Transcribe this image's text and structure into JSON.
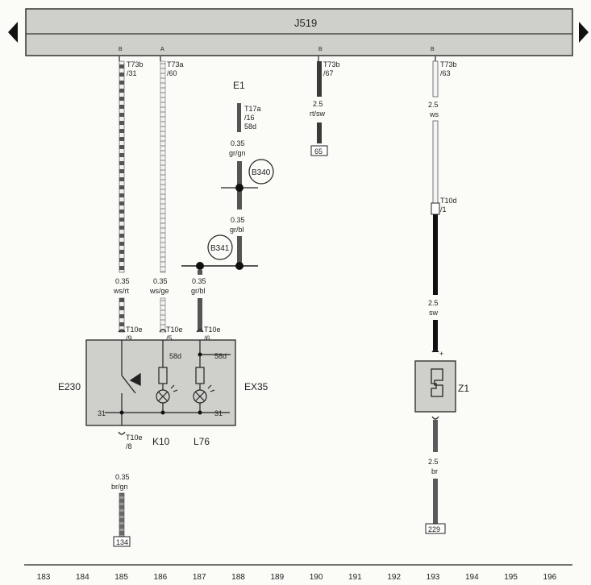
{
  "header": {
    "unit": "J519"
  },
  "nav": {
    "prev_icon": "triangle-left-icon",
    "next_icon": "triangle-right-icon"
  },
  "wires": [
    {
      "pin_letter": "B",
      "conn": "T73b",
      "pin": "/31",
      "gauge": "0.35",
      "color": "ws/rt",
      "bottom_conn": "T10e",
      "bottom_pin": "/9"
    },
    {
      "pin_letter": "A",
      "conn": "T73a",
      "pin": "/60",
      "gauge": "0.35",
      "color": "ws/ge",
      "bottom_conn": "T10e",
      "bottom_pin": "/5"
    },
    {
      "pin_letter": "B",
      "conn": "T73b",
      "pin": "/67",
      "gauge": "2.5",
      "color": "rt/sw",
      "ref": "65"
    },
    {
      "pin_letter": "B",
      "conn": "T73b",
      "pin": "/63",
      "gauge": "2.5",
      "color": "ws"
    }
  ],
  "e1": {
    "label": "E1",
    "conn": "T17a",
    "pin": "/16",
    "term": "58d",
    "wire1_gauge": "0.35",
    "wire1_color": "gr/gn",
    "splice1": "B340",
    "wire2_gauge": "0.35",
    "wire2_color": "gr/bl",
    "splice2": "B341"
  },
  "w187": {
    "gauge": "0.35",
    "color": "gr/bl",
    "conn": "T10e",
    "pin": "/6"
  },
  "module": {
    "left_label": "E230",
    "right_label": "EX35",
    "term_58d_a": "58d",
    "term_58d_b": "58d",
    "term_31_a": "31",
    "term_31_b": "31",
    "k_label": "K10",
    "l_label": "L76"
  },
  "ground_wire": {
    "conn": "T10e",
    "pin": "/8",
    "gauge": "0.35",
    "color": "br/gn",
    "ref": "134"
  },
  "z1": {
    "label": "Z1",
    "conn": "T10d",
    "pin": "/1",
    "wire_gauge": "2.5",
    "wire_color": "sw",
    "plus": "+",
    "out_gauge": "2.5",
    "out_color": "br",
    "ref": "229"
  },
  "columns": [
    "183",
    "184",
    "185",
    "186",
    "187",
    "188",
    "189",
    "190",
    "191",
    "192",
    "193",
    "194",
    "195",
    "196"
  ]
}
